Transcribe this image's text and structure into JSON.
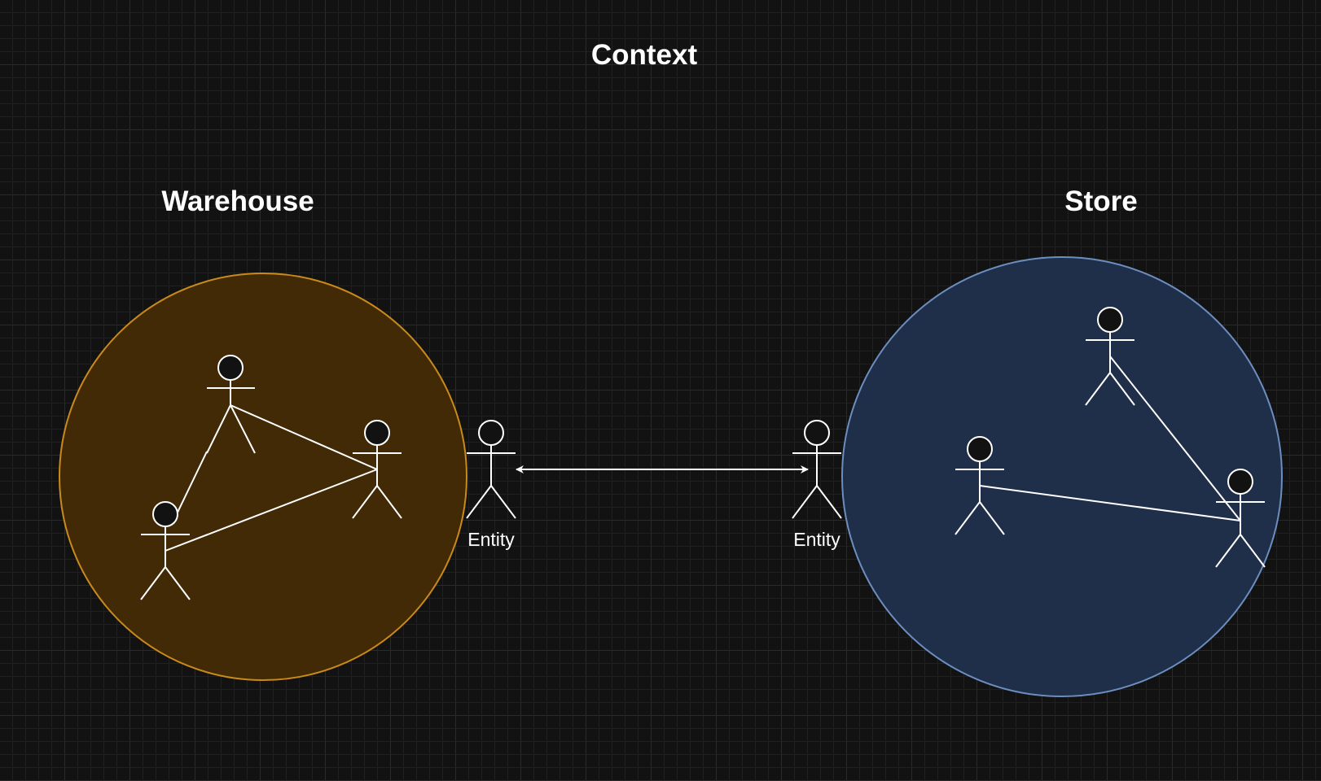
{
  "diagram": {
    "title": "Context",
    "contexts": [
      {
        "name": "Warehouse",
        "fill": "#432a06",
        "stroke": "#c98a1a"
      },
      {
        "name": "Store",
        "fill": "#1f2e49",
        "stroke": "#6c8ebf"
      }
    ],
    "actors": [
      {
        "label": "Entity"
      },
      {
        "label": "Entity"
      }
    ],
    "connection": "bidirectional"
  },
  "colors": {
    "background": "#121212",
    "line": "#ffffff"
  }
}
